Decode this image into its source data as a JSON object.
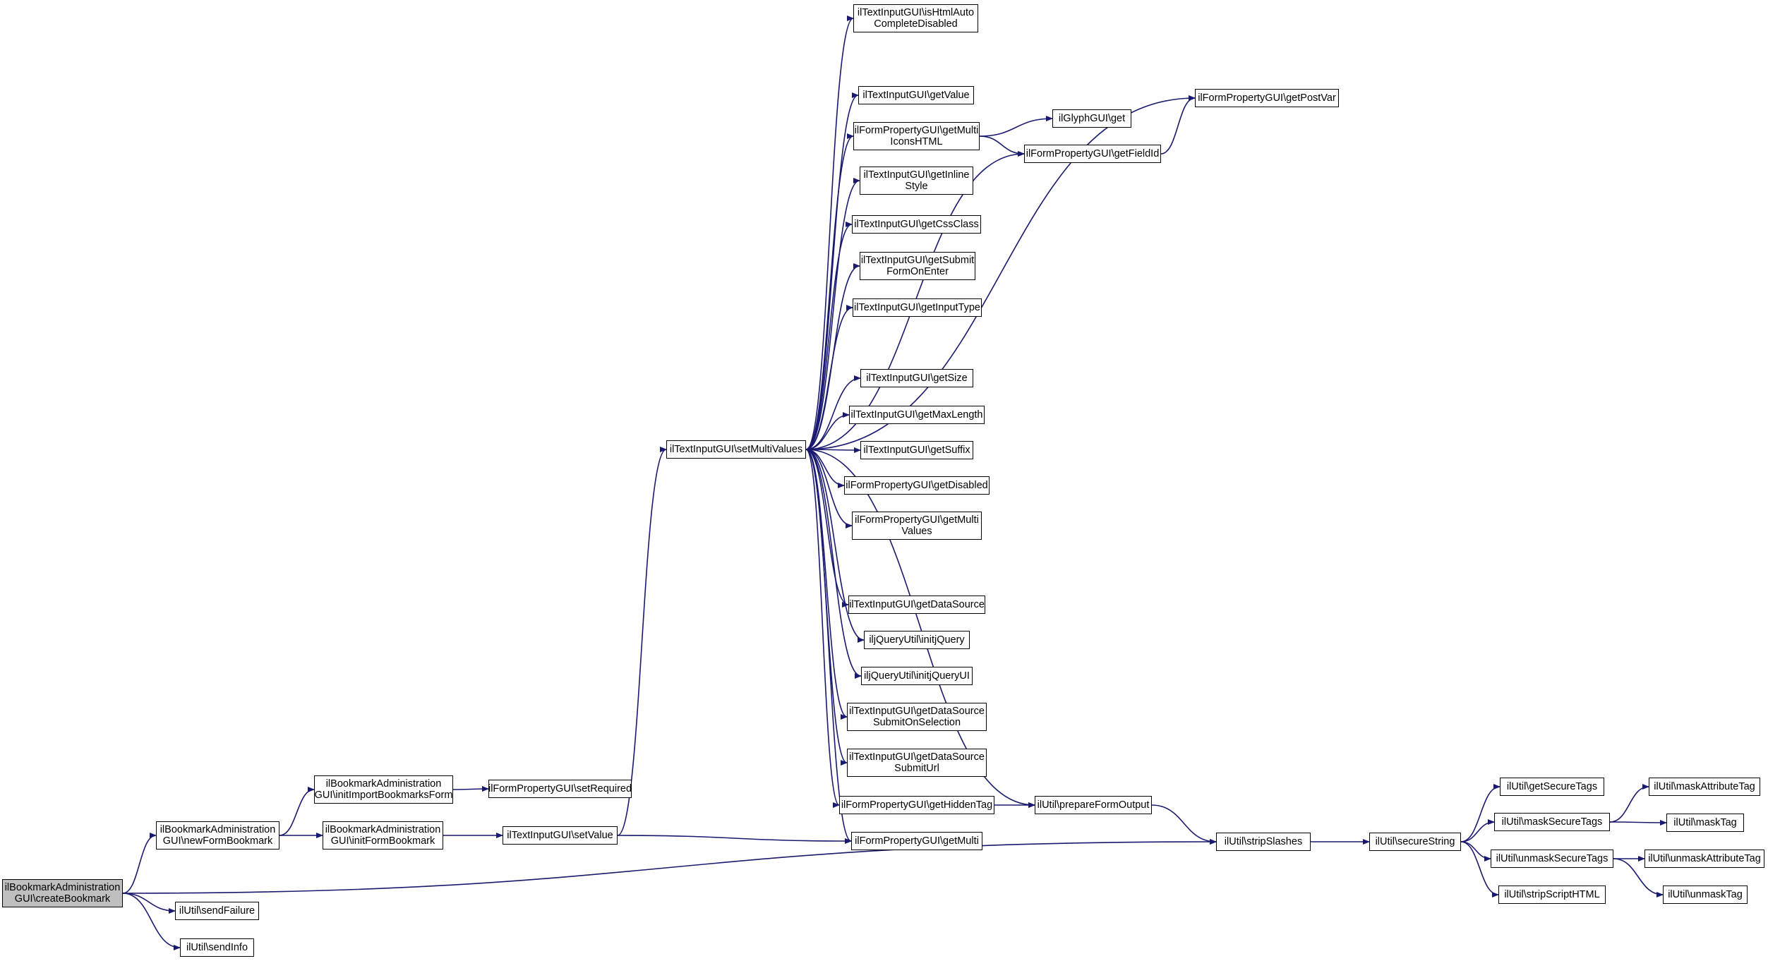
{
  "colors": {
    "edge": "#191970",
    "node_border": "#000000",
    "root_fill": "#bfbfbf",
    "node_fill": "#ffffff"
  },
  "nodes": {
    "createBookmark": "ilBookmarkAdministration\nGUI\\createBookmark",
    "newFormBookmark": "ilBookmarkAdministration\nGUI\\newFormBookmark",
    "initImportBookmarksForm": "ilBookmarkAdministration\nGUI\\initImportBookmarksForm",
    "initFormBookmark": "ilBookmarkAdministration\nGUI\\initFormBookmark",
    "sendFailure": "ilUtil\\sendFailure",
    "sendInfo": "ilUtil\\sendInfo",
    "setRequired": "ilFormPropertyGUI\\setRequired",
    "setValue": "ilTextInputGUI\\setValue",
    "setMultiValues": "ilTextInputGUI\\setMultiValues",
    "isHtmlAutoCompleteDisabled": "ilTextInputGUI\\isHtmlAuto\nCompleteDisabled",
    "getValue": "ilTextInputGUI\\getValue",
    "getMultiIconsHTML": "ilFormPropertyGUI\\getMulti\nIconsHTML",
    "getInlineStyle": "ilTextInputGUI\\getInline\nStyle",
    "getCssClass": "ilTextInputGUI\\getCssClass",
    "getSubmitFormOnEnter": "ilTextInputGUI\\getSubmit\nFormOnEnter",
    "getInputType": "ilTextInputGUI\\getInputType",
    "getSize": "ilTextInputGUI\\getSize",
    "getMaxLength": "ilTextInputGUI\\getMaxLength",
    "getSuffix": "ilTextInputGUI\\getSuffix",
    "getDisabled": "ilFormPropertyGUI\\getDisabled",
    "getMultiValues": "ilFormPropertyGUI\\getMulti\nValues",
    "getDataSource": "ilTextInputGUI\\getDataSource",
    "initjQuery": "iljQueryUtil\\initjQuery",
    "initjQueryUI": "iljQueryUtil\\initjQueryUI",
    "getDataSourceSubmitOnSelection": "ilTextInputGUI\\getDataSource\nSubmitOnSelection",
    "getDataSourceSubmitUrl": "ilTextInputGUI\\getDataSource\nSubmitUrl",
    "getHiddenTag": "ilFormPropertyGUI\\getHiddenTag",
    "getMulti": "ilFormPropertyGUI\\getMulti",
    "glyphGet": "ilGlyphGUI\\get",
    "getFieldId": "ilFormPropertyGUI\\getFieldId",
    "getPostVar": "ilFormPropertyGUI\\getPostVar",
    "prepareFormOutput": "ilUtil\\prepareFormOutput",
    "stripSlashes": "ilUtil\\stripSlashes",
    "secureString": "ilUtil\\secureString",
    "getSecureTags": "ilUtil\\getSecureTags",
    "maskSecureTags": "ilUtil\\maskSecureTags",
    "unmaskSecureTags": "ilUtil\\unmaskSecureTags",
    "stripScriptHTML": "ilUtil\\stripScriptHTML",
    "maskAttributeTag": "ilUtil\\maskAttributeTag",
    "maskTag": "ilUtil\\maskTag",
    "unmaskAttributeTag": "ilUtil\\unmaskAttributeTag",
    "unmaskTag": "ilUtil\\unmaskTag"
  },
  "edges": [
    [
      "createBookmark",
      "newFormBookmark"
    ],
    [
      "createBookmark",
      "stripSlashes"
    ],
    [
      "createBookmark",
      "sendFailure"
    ],
    [
      "createBookmark",
      "sendInfo"
    ],
    [
      "newFormBookmark",
      "initImportBookmarksForm"
    ],
    [
      "newFormBookmark",
      "initFormBookmark"
    ],
    [
      "initImportBookmarksForm",
      "setRequired"
    ],
    [
      "initFormBookmark",
      "setValue"
    ],
    [
      "setValue",
      "setMultiValues"
    ],
    [
      "setValue",
      "getMulti"
    ],
    [
      "setMultiValues",
      "isHtmlAutoCompleteDisabled"
    ],
    [
      "setMultiValues",
      "getPostVar"
    ],
    [
      "setMultiValues",
      "getValue"
    ],
    [
      "setMultiValues",
      "getMultiIconsHTML"
    ],
    [
      "setMultiValues",
      "getInlineStyle"
    ],
    [
      "setMultiValues",
      "getCssClass"
    ],
    [
      "setMultiValues",
      "getSubmitFormOnEnter"
    ],
    [
      "setMultiValues",
      "getInputType"
    ],
    [
      "setMultiValues",
      "getFieldId"
    ],
    [
      "setMultiValues",
      "getSize"
    ],
    [
      "setMultiValues",
      "getMaxLength"
    ],
    [
      "setMultiValues",
      "getSuffix"
    ],
    [
      "setMultiValues",
      "getDisabled"
    ],
    [
      "setMultiValues",
      "getMultiValues"
    ],
    [
      "setMultiValues",
      "prepareFormOutput"
    ],
    [
      "setMultiValues",
      "getDataSource"
    ],
    [
      "setMultiValues",
      "initjQuery"
    ],
    [
      "setMultiValues",
      "initjQueryUI"
    ],
    [
      "setMultiValues",
      "getDataSourceSubmitOnSelection"
    ],
    [
      "setMultiValues",
      "getDataSourceSubmitUrl"
    ],
    [
      "setMultiValues",
      "getHiddenTag"
    ],
    [
      "setMultiValues",
      "getMulti"
    ],
    [
      "getMultiIconsHTML",
      "glyphGet"
    ],
    [
      "getMultiIconsHTML",
      "getFieldId"
    ],
    [
      "getFieldId",
      "getPostVar"
    ],
    [
      "getHiddenTag",
      "prepareFormOutput"
    ],
    [
      "prepareFormOutput",
      "stripSlashes"
    ],
    [
      "stripSlashes",
      "secureString"
    ],
    [
      "secureString",
      "getSecureTags"
    ],
    [
      "secureString",
      "maskSecureTags"
    ],
    [
      "secureString",
      "unmaskSecureTags"
    ],
    [
      "secureString",
      "stripScriptHTML"
    ],
    [
      "maskSecureTags",
      "maskAttributeTag"
    ],
    [
      "maskSecureTags",
      "maskTag"
    ],
    [
      "unmaskSecureTags",
      "unmaskAttributeTag"
    ],
    [
      "unmaskSecureTags",
      "unmaskTag"
    ]
  ]
}
